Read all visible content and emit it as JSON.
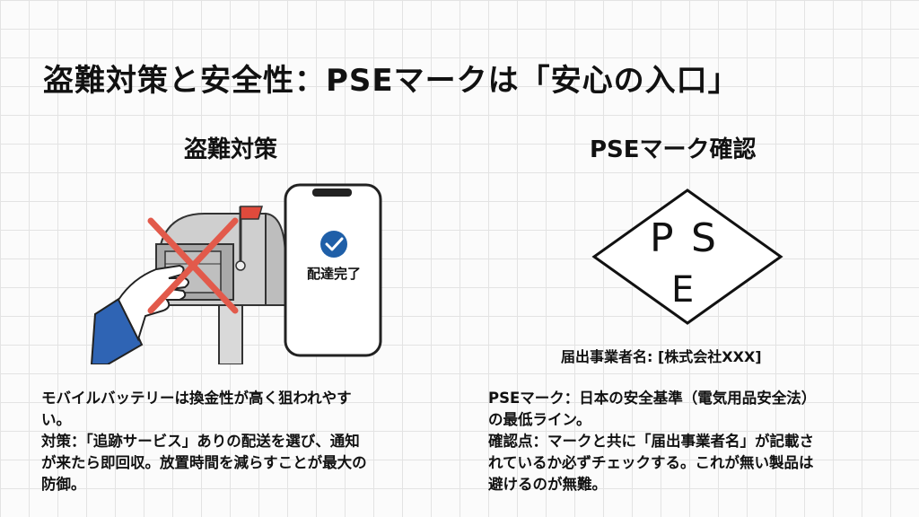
{
  "title": "盗難対策と安全性：PSEマークは「安心の入口」",
  "left": {
    "heading": "盗難対策",
    "phone_status": "配達完了",
    "text_lines": [
      "モバイルバッテリーは換金性が高く狙われやす",
      "い。",
      "対策：「追跡サービス」ありの配送を選び、通知",
      "が来たら即回収。放置時間を減らすことが最大の",
      "防御。"
    ]
  },
  "right": {
    "heading": "PSEマーク確認",
    "mark_letters": [
      "P",
      "S",
      "E"
    ],
    "caption": "届出事業者名: [株式会社XXX]",
    "text_lines": [
      "PSEマーク：日本の安全基準（電気用品安全法）",
      "の最低ライン。",
      "確認点：マークと共に「届出事業者名」が記載さ",
      "れているか必ずチェックする。これが無い製品は",
      "避けるのが無難。"
    ]
  },
  "colors": {
    "cross": "#e25a4b",
    "check": "#1f5fa8",
    "sleeve": "#2f64b4",
    "flag": "#e04a3c"
  }
}
